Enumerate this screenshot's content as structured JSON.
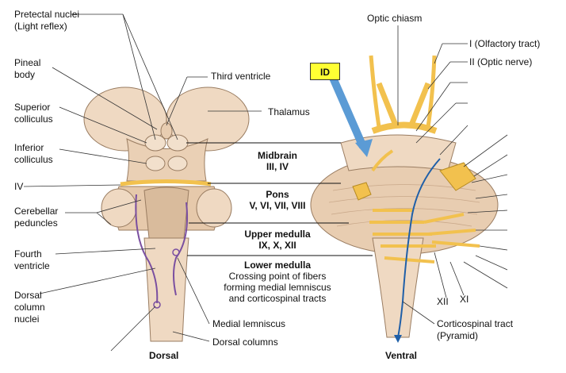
{
  "labels": {
    "pretectal": "Pretectal nuclei",
    "pretectal_sub": "(Light reflex)",
    "pineal": "Pineal",
    "pineal_sub": "body",
    "superior": "Superior",
    "superior_sub": "colliculus",
    "inferior": "Inferior",
    "inferior_sub": "colliculus",
    "iv": "IV",
    "cerebellar": "Cerebellar",
    "cerebellar_sub": "peduncles",
    "fourth": "Fourth",
    "fourth_sub": "ventricle",
    "dorsal_col_nuclei_1": "Dorsal",
    "dorsal_col_nuclei_2": "column",
    "dorsal_col_nuclei_3": "nuclei",
    "third_ventricle": "Third ventricle",
    "thalamus": "Thalamus",
    "medial_lemniscus": "Medial lemniscus",
    "dorsal_columns": "Dorsal columns",
    "dorsal": "Dorsal",
    "ventral": "Ventral",
    "optic_chiasm": "Optic chiasm",
    "olfactory": "I (Olfactory tract)",
    "optic_nerve": "II (Optic nerve)",
    "xii": "XII",
    "xi": "XI",
    "corticospinal": "Corticospinal tract",
    "corticospinal_sub": "(Pyramid)",
    "id_tag": "ID"
  },
  "bands": [
    {
      "title": "Midbrain",
      "sub": "III, IV"
    },
    {
      "title": "Pons",
      "sub": "V, VI, VII, VIII"
    },
    {
      "title": "Upper medulla",
      "sub": "IX, X, XII"
    },
    {
      "title": "Lower medulla",
      "sub": "Crossing point of fibers",
      "sub2": "forming medial lemniscus",
      "sub3": "and corticospinal tracts"
    }
  ],
  "colors": {
    "tissue": "#efd9c2",
    "tissue_dark": "#d9bb9c",
    "outline": "#9a7d62",
    "nerve": "#f2c14e",
    "nerve_outline": "#b58a22",
    "lemniscus": "#7a4fa0",
    "tract": "#1f5fa8",
    "arrow": "#5b9bd5",
    "leader": "#333333"
  }
}
